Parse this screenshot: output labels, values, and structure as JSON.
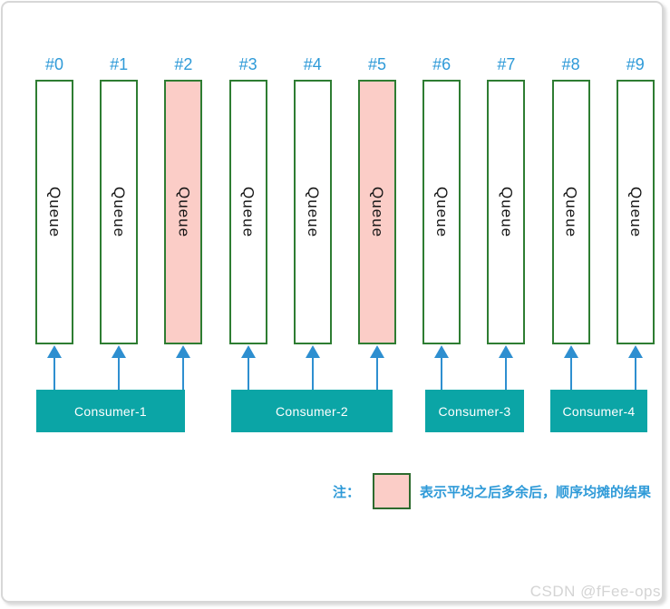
{
  "diagram": {
    "queues": [
      {
        "label": "#0",
        "highlighted": false
      },
      {
        "label": "#1",
        "highlighted": false
      },
      {
        "label": "#2",
        "highlighted": true
      },
      {
        "label": "#3",
        "highlighted": false
      },
      {
        "label": "#4",
        "highlighted": false
      },
      {
        "label": "#5",
        "highlighted": true
      },
      {
        "label": "#6",
        "highlighted": false
      },
      {
        "label": "#7",
        "highlighted": false
      },
      {
        "label": "#8",
        "highlighted": false
      },
      {
        "label": "#9",
        "highlighted": false
      }
    ],
    "queue_text": "Queue",
    "consumers": [
      {
        "label": "Consumer-1",
        "queues": [
          "#0",
          "#1",
          "#2"
        ]
      },
      {
        "label": "Consumer-2",
        "queues": [
          "#3",
          "#4",
          "#5"
        ]
      },
      {
        "label": "Consumer-3",
        "queues": [
          "#6",
          "#7"
        ]
      },
      {
        "label": "Consumer-4",
        "queues": [
          "#8",
          "#9"
        ]
      }
    ],
    "legend": {
      "note_label": "注：",
      "description": "表示平均之后多余后，顺序均摊的结果"
    },
    "watermark": "CSDN @fFee-ops",
    "colors": {
      "accent_blue": "#2e9ad8",
      "arrow_blue": "#2e8fd0",
      "queue_border": "#2e7d32",
      "legend_border": "#2d6b2e",
      "highlight_fill": "#fbcdc7",
      "consumer_fill": "#0ba5a6",
      "watermark_gray": "#d4d4d4"
    }
  }
}
